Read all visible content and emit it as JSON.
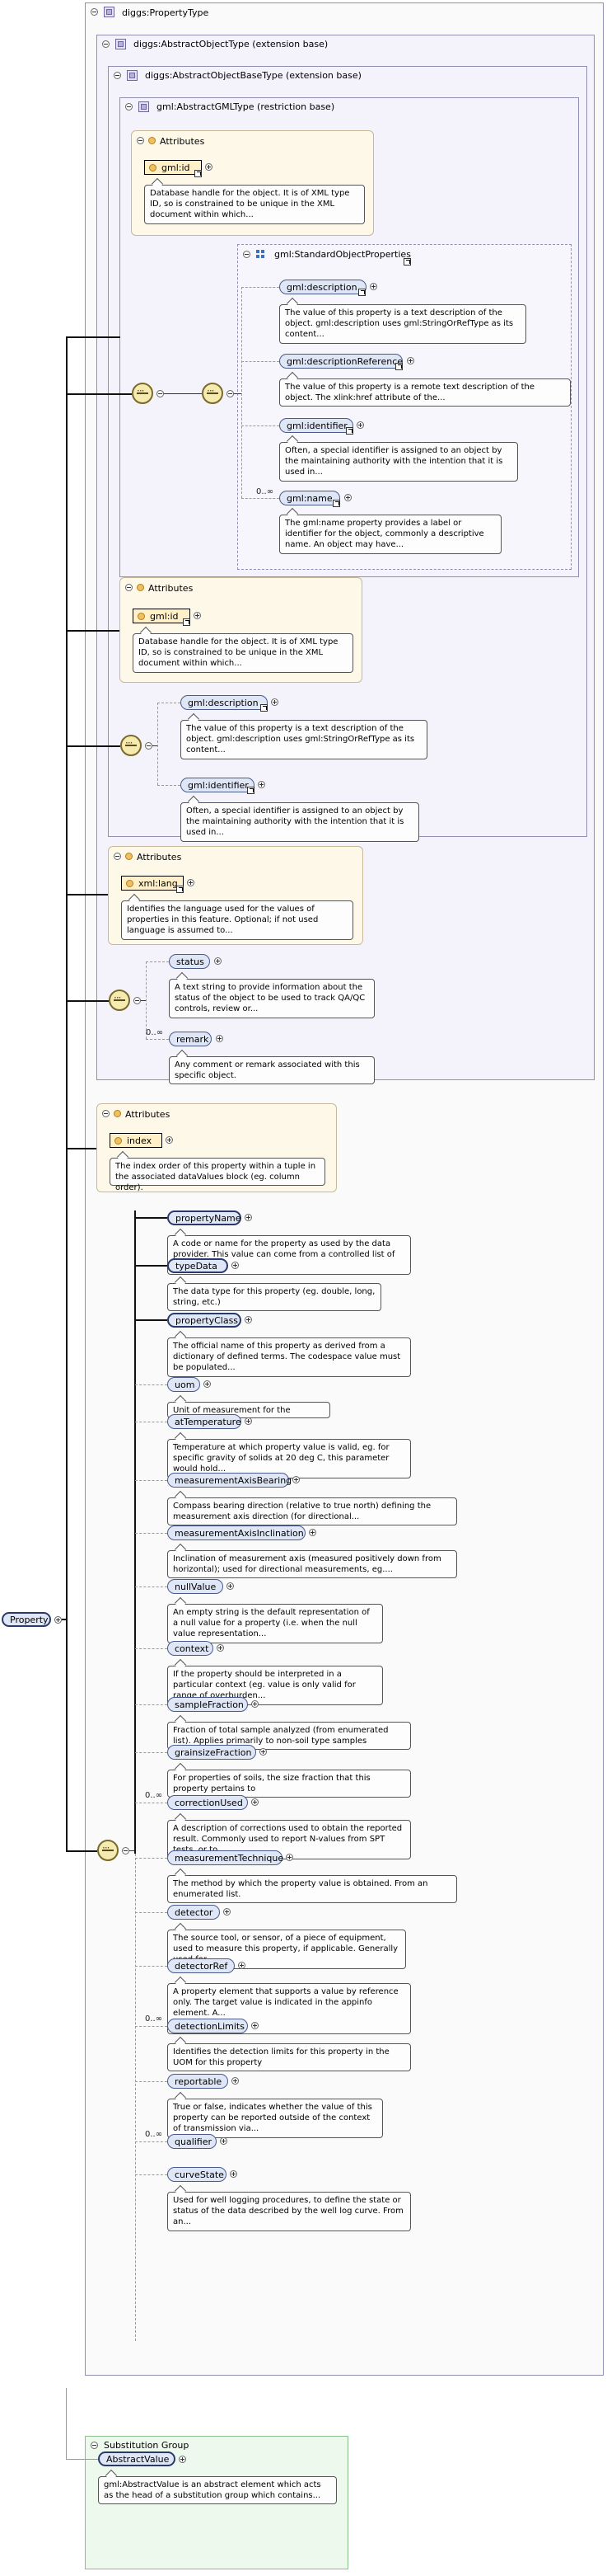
{
  "root": {
    "name": "Property",
    "type_name": "diggs:PropertyType"
  },
  "types": {
    "abstract_object": "diggs:AbstractObjectType (extension base)",
    "abstract_object_base": "diggs:AbstractObjectBaseType (extension base)",
    "abstract_gml": "gml:AbstractGMLType (restriction base)",
    "standard_object_properties": "gml:StandardObjectProperties"
  },
  "attributes_label": "Attributes",
  "gml_attrs": {
    "name": "gml:id",
    "doc": "Database handle for the object. It is of XML type ID, so is constrained to be unique in the XML document within which..."
  },
  "standard_props": [
    {
      "name": "gml:description",
      "doc": "The value of this property is a text description of the object. gml:description uses gml:StringOrRefType as its content..."
    },
    {
      "name": "gml:descriptionReference",
      "doc": "The value of this property is a remote text description of the object. The xlink:href attribute of the..."
    },
    {
      "name": "gml:identifier",
      "doc": "Often, a special identifier is assigned to an object by the maintaining authority with the intention that it is used in..."
    },
    {
      "name": "gml:name",
      "card": "0..∞",
      "doc": "The gml:name property provides a label or identifier for the object, commonly a descriptive name. An object may have..."
    }
  ],
  "base_attrs": {
    "name": "gml:id",
    "doc": "Database handle for the object. It is of XML type ID, so is constrained to be unique in the XML document within which..."
  },
  "base_props": [
    {
      "name": "gml:description",
      "doc": "The value of this property is a text description of the object. gml:description uses gml:StringOrRefType as its content..."
    },
    {
      "name": "gml:identifier",
      "doc": "Often, a special identifier is assigned to an object by the maintaining authority with the intention that it is used in..."
    }
  ],
  "object_attrs": {
    "name": "xml:lang",
    "doc": "Identifies the language used for the values of properties in this feature. Optional; if not used language is assumed to..."
  },
  "object_props": [
    {
      "name": "status",
      "doc": "A text string to provide information about the status of the object to be used to track QA/QC controls, review or..."
    },
    {
      "name": "remark",
      "card": "0..∞",
      "doc": "Any comment or remark associated with this specific object."
    }
  ],
  "property_attrs": {
    "name": "index",
    "doc": "The index order of this property within a tuple in the associated dataValues block (eg. column order)."
  },
  "elements": [
    {
      "name": "propertyName",
      "required": true,
      "doc": "A code or name for the property as used by the data provider. This value can come from a controlled list of terms or be..."
    },
    {
      "name": "typeData",
      "required": true,
      "doc": "The data type for this property (eg. double, long, string, etc.)"
    },
    {
      "name": "propertyClass",
      "required": true,
      "doc": "The official name of this property as derived from a dictionary of defined terms. The codespace value must be populated..."
    },
    {
      "name": "uom",
      "doc": "Unit of measurement for the property."
    },
    {
      "name": "atTemperature",
      "doc": "Temperature at which property value is valid, eg. for specific gravity of solids at 20 deg C, this parameter would hold..."
    },
    {
      "name": "measurementAxisBearing",
      "doc": "Compass bearing direction (relative to true north) defining the measurement axis direction (for directional..."
    },
    {
      "name": "measurementAxisInclination",
      "doc": "Inclination of measurement axis (measured positively down from horizontal); used for directional measurements, eg...."
    },
    {
      "name": "nullValue",
      "doc": "An empty string is the default representation of a null value for a property (i.e. when the null value representation..."
    },
    {
      "name": "context",
      "doc": "If the property should be interpreted in a particular context (eg. value is only valid for range of overburden..."
    },
    {
      "name": "sampleFraction",
      "doc": "Fraction of total sample analyzed (from enumerated list). Applies primarily to non-soil type samples"
    },
    {
      "name": "grainsizeFraction",
      "doc": "For properties of soils, the size fraction that this property pertains to"
    },
    {
      "name": "correctionUsed",
      "card": "0..∞",
      "doc": "A description of corrections used to obtain the reported result. Commonly used to report N-values from SPT tests, or to..."
    },
    {
      "name": "measurementTechnique",
      "doc": "The method by which the property value is obtained. From an enumerated list."
    },
    {
      "name": "detector",
      "doc": "The source tool, or sensor, of a piece of equipment, used to measure this property, if applicable. Generally used for..."
    },
    {
      "name": "detectorRef",
      "doc": "A property element that supports a value by reference only. The target value is indicated in the appinfo element. A..."
    },
    {
      "name": "detectionLimits",
      "card": "0..∞",
      "doc": "Identifies the detection limits for this property in the UOM for this property"
    },
    {
      "name": "reportable",
      "doc": "True or false, indicates whether the value of this property can be reported outside of the context of transmission via..."
    },
    {
      "name": "qualifier",
      "card": "0..∞",
      "doc": ""
    },
    {
      "name": "curveState",
      "doc": "Used for well logging procedures, to define the state or status of the data described by the well log curve. From an..."
    }
  ],
  "substitution": {
    "title": "Substitution Group",
    "name": "AbstractValue",
    "doc": "gml:AbstractValue is an abstract element which acts as the head of a substitution group which contains..."
  }
}
